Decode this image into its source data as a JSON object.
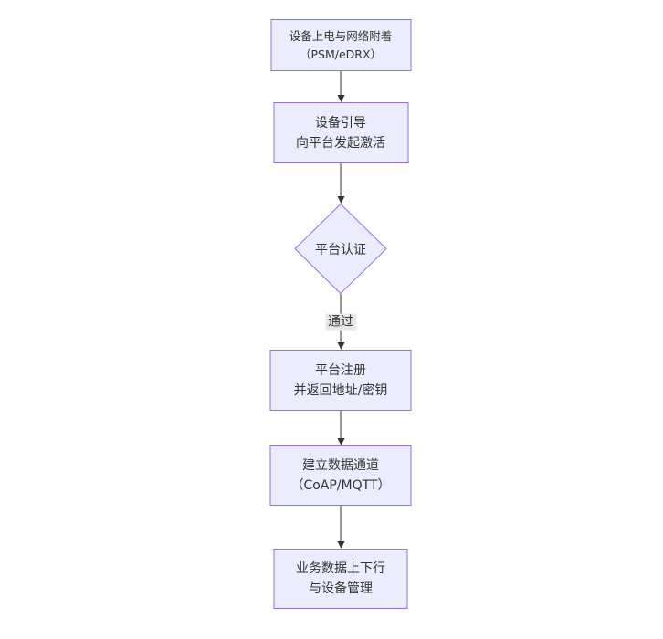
{
  "diagram": {
    "type": "flowchart",
    "direction": "top-down",
    "nodes": [
      {
        "id": "A",
        "shape": "rect",
        "lines": [
          "设备上电与网络附着",
          "（PSM/eDRX）"
        ]
      },
      {
        "id": "B",
        "shape": "rect",
        "lines": [
          "设备引导",
          "向平台发起激活"
        ]
      },
      {
        "id": "C",
        "shape": "diamond",
        "lines": [
          "平台认证"
        ]
      },
      {
        "id": "D",
        "shape": "rect",
        "lines": [
          "平台注册",
          "并返回地址/密钥"
        ]
      },
      {
        "id": "E",
        "shape": "rect",
        "lines": [
          "建立数据通道",
          "（CoAP/MQTT）"
        ]
      },
      {
        "id": "F",
        "shape": "rect",
        "lines": [
          "业务数据上下行",
          "与设备管理"
        ]
      }
    ],
    "edges": [
      {
        "from": "A",
        "to": "B",
        "label": ""
      },
      {
        "from": "B",
        "to": "C",
        "label": ""
      },
      {
        "from": "C",
        "to": "D",
        "label": "通过"
      },
      {
        "from": "D",
        "to": "E",
        "label": ""
      },
      {
        "from": "E",
        "to": "F",
        "label": ""
      }
    ],
    "colors": {
      "node_fill": "#ECECFF",
      "node_border": "#9370DB",
      "edge_line": "#333333",
      "text": "#333333",
      "edge_label_bg": "#E8E8E8",
      "background": "#FFFFFF"
    }
  }
}
